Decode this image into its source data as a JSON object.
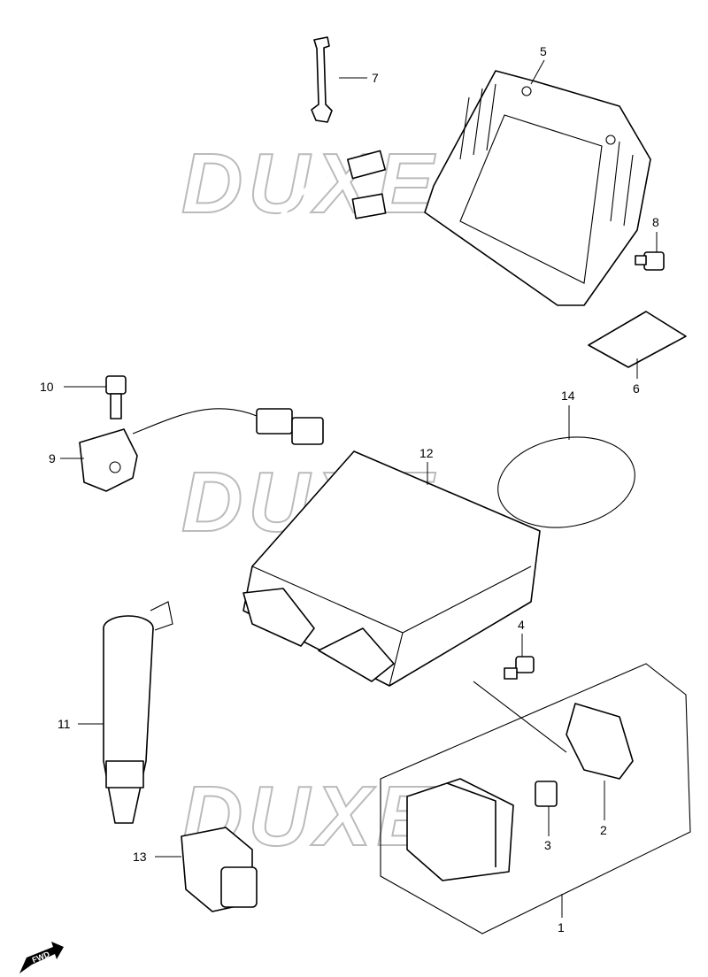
{
  "watermark": "DUXE",
  "fwd_label": "FWD",
  "callouts": {
    "c1": "1",
    "c2": "2",
    "c3": "3",
    "c4": "4",
    "c5": "5",
    "c6": "6",
    "c7": "7",
    "c8": "8",
    "c9": "9",
    "c10": "10",
    "c11": "11",
    "c12": "12",
    "c13": "13",
    "c14": "14"
  }
}
